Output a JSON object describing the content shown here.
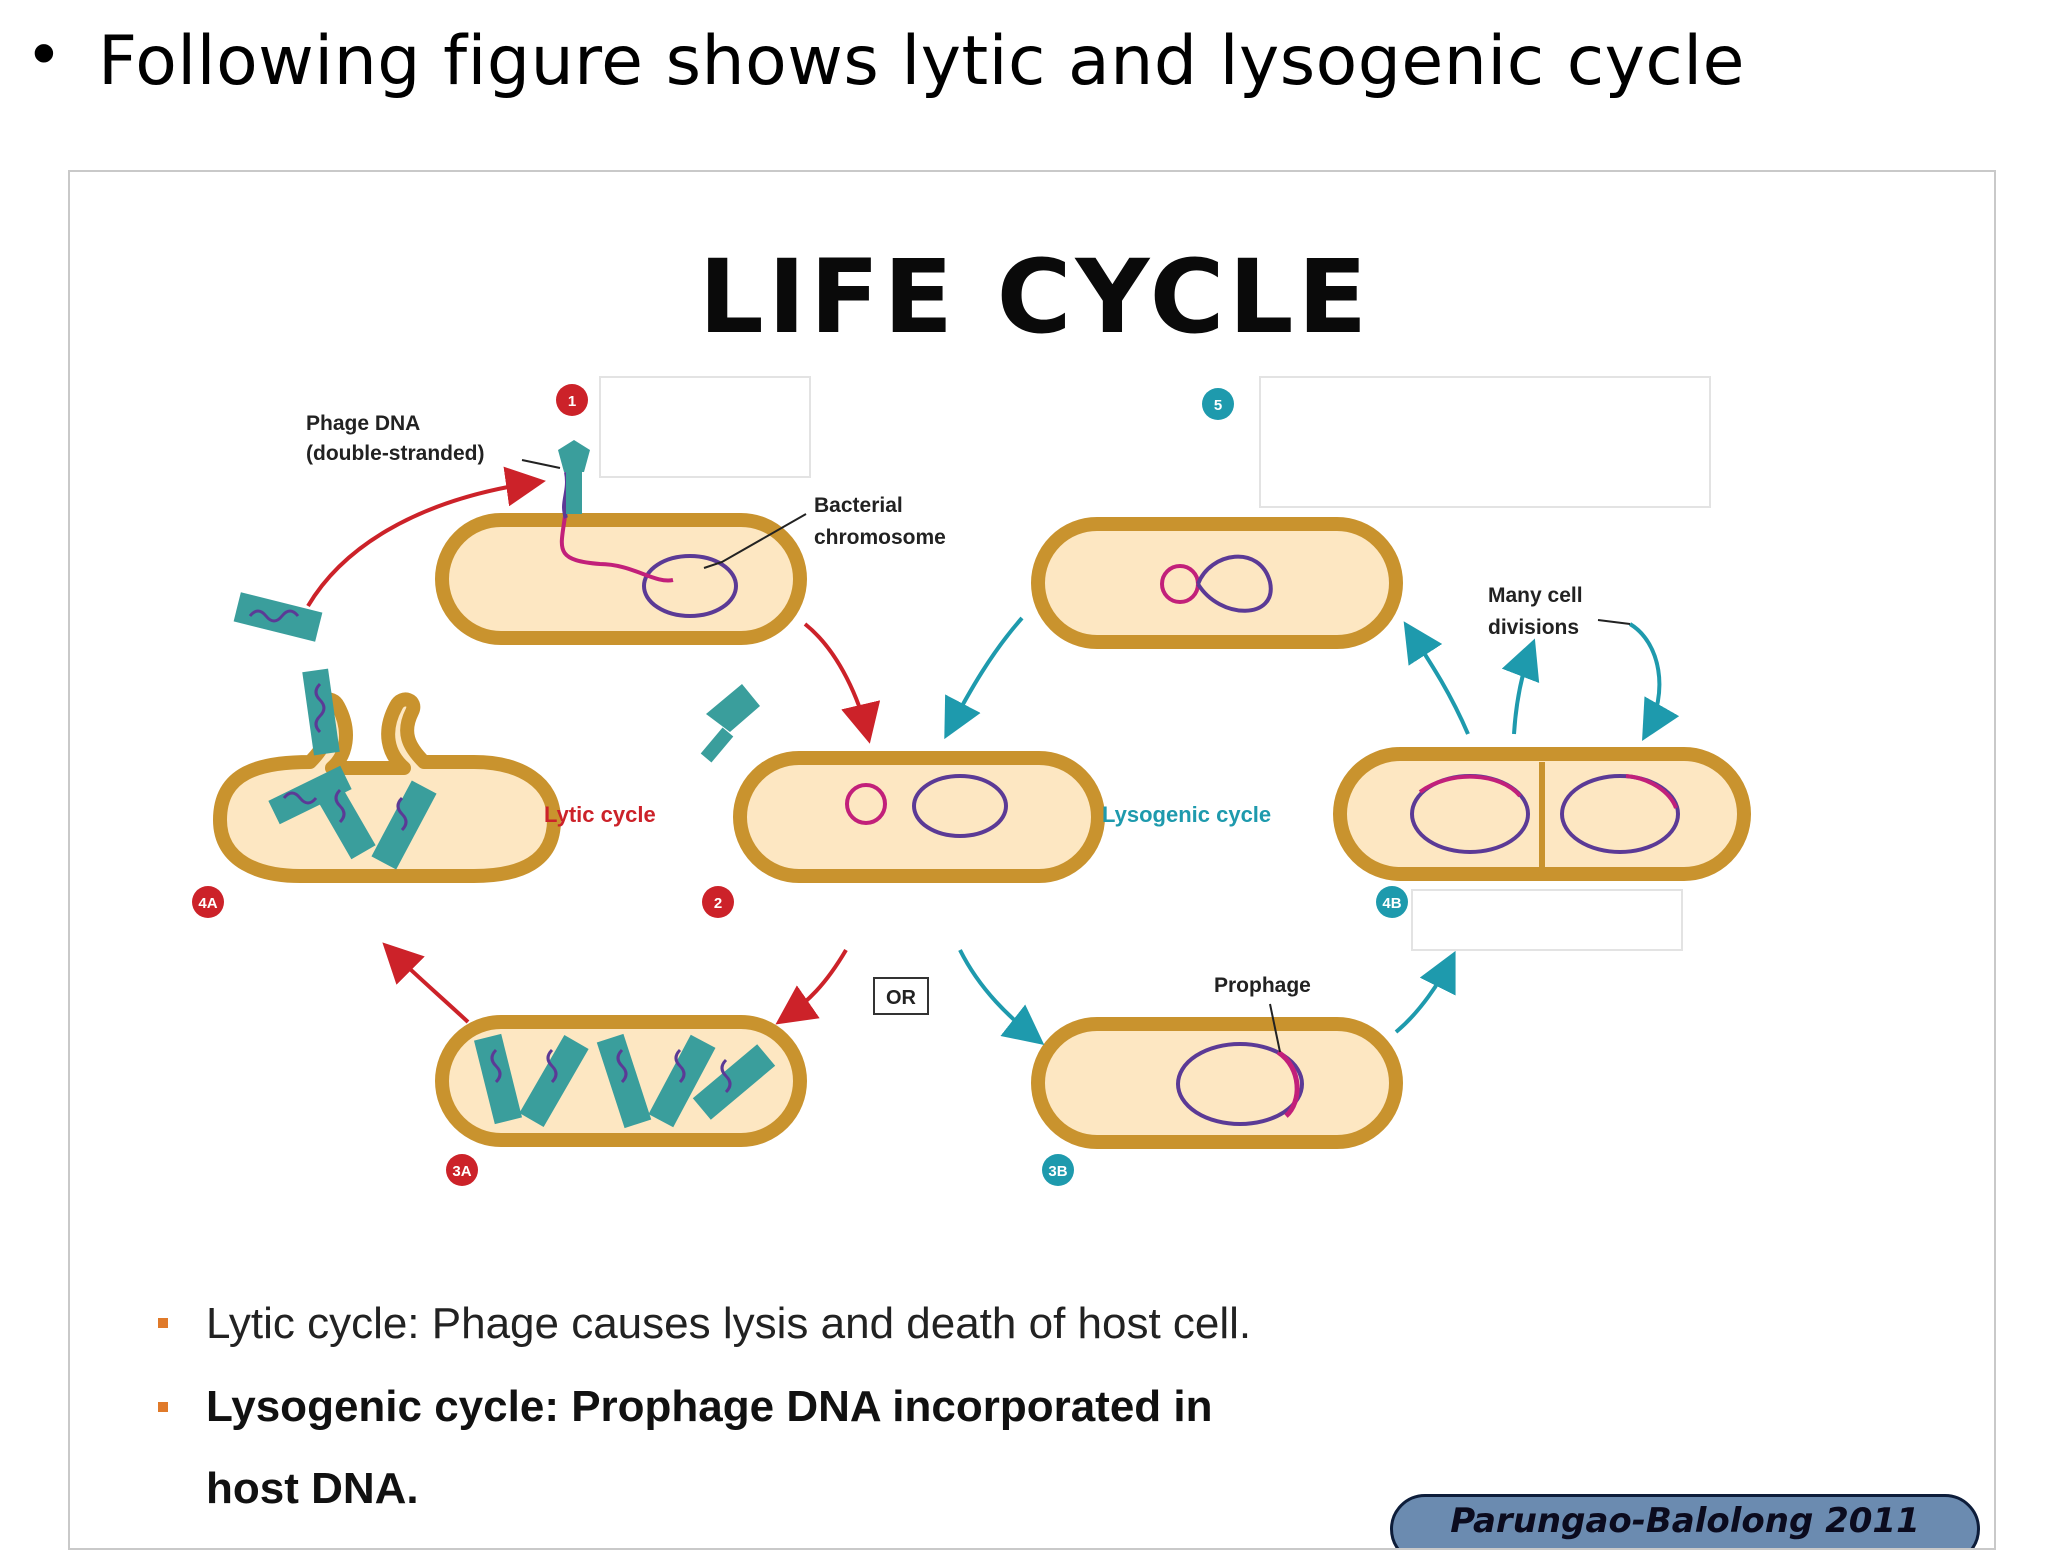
{
  "slide": {
    "bullet": "•",
    "heading": "Following figure shows lytic and lysogenic cycle"
  },
  "figure": {
    "title": "LIFE CYCLE",
    "labels": {
      "phage_dna": "Phage DNA",
      "phage_dna_sub": "(double-stranded)",
      "bacterial": "Bacterial",
      "chromosome": "chromosome",
      "many_cell": "Many cell",
      "divisions": "divisions",
      "lytic_cycle": "Lytic cycle",
      "lysogenic_cycle": "Lysogenic cycle",
      "or": "OR",
      "prophage": "Prophage"
    },
    "steps": {
      "s1": "1",
      "s2": "2",
      "s3a": "3A",
      "s4a": "4A",
      "s5": "5",
      "s3b": "3B",
      "s4b": "4B"
    },
    "bullets": [
      "Lytic cycle: Phage causes lysis and death of host cell.",
      "Lysogenic cycle: Prophage DNA incorporated in",
      "host DNA."
    ],
    "credit": "Parungao-Balolong 2011"
  },
  "colors": {
    "cell_fill": "#fde7c2",
    "cell_border": "#c9932e",
    "lytic_red": "#cc2229",
    "lysogenic_teal": "#1e9aad",
    "phage_teal": "#3a9e9c",
    "dna_purple": "#5b3a96",
    "dna_magenta": "#c2207a"
  },
  "icons": {
    "bullet_square": "orange-square-bullet"
  }
}
